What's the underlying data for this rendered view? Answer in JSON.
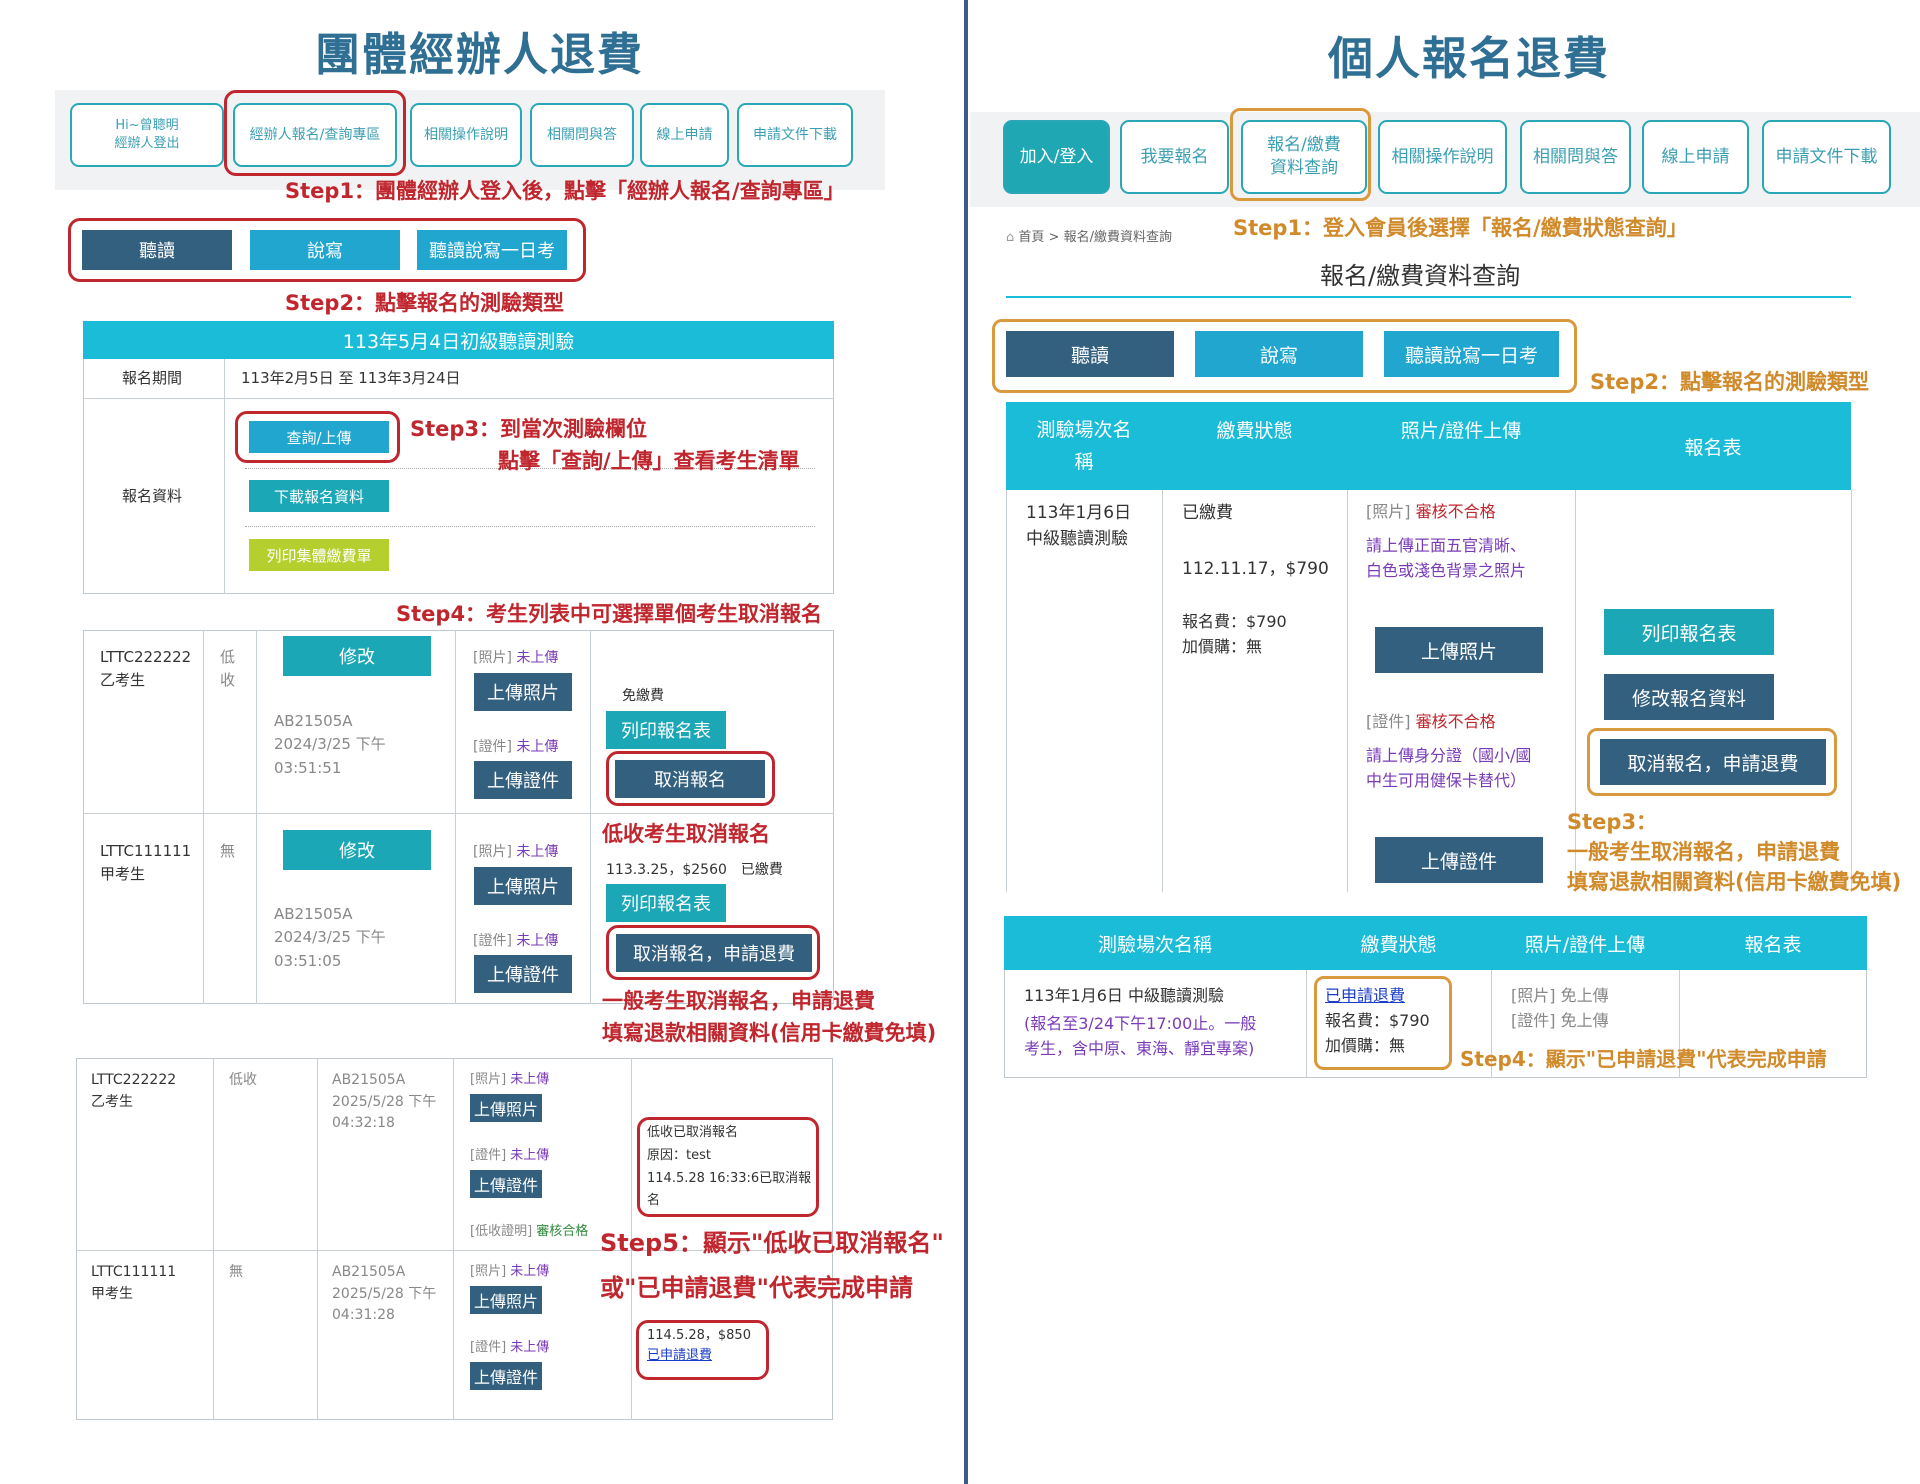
{
  "left": {
    "title": "團體經辦人退費",
    "nav": [
      "Hi~曾聰明\n經辦人登出",
      "經辦人報名/查詢專區",
      "相關操作說明",
      "相關問與答",
      "線上申請",
      "申請文件下載"
    ],
    "step1": "Step1：團體經辦人登入後，點擊「經辦人報名/查詢專區」",
    "exam_types": [
      "聽讀",
      "說寫",
      "聽讀說寫一日考"
    ],
    "step2": "Step2：點擊報名的測驗類型",
    "exam_title": "113年5月4日初級聽讀測驗",
    "period_label": "報名期間",
    "period_value": "113年2月5日 至 113年3月24日",
    "info_label": "報名資料",
    "btn_query": "查詢/上傳",
    "btn_download": "下載報名資料",
    "btn_print_group": "列印集體繳費單",
    "step3_line1": "Step3：到當次測驗欄位",
    "step3_line2": "點擊「查詢/上傳」查看考生清單",
    "step4": "Step4：考生列表中可選擇單個考生取消報名",
    "list": [
      {
        "id": "LTTC222222",
        "name": "乙考生",
        "type": "低\n收",
        "btn_edit": "修改",
        "code": "AB21505A",
        "date": "2024/3/25 下午",
        "time": "03:51:51",
        "photo_label": "[照片]",
        "photo_status": "未上傳",
        "btn_photo": "上傳照片",
        "id_label": "[證件]",
        "id_status": "未上傳",
        "btn_id": "上傳證件",
        "fee": "免繳費",
        "btn_print": "列印報名表",
        "btn_cancel": "取消報名"
      },
      {
        "id": "LTTC111111",
        "name": "甲考生",
        "type": "無",
        "btn_edit": "修改",
        "code": "AB21505A",
        "date": "2024/3/25 下午",
        "time": "03:51:05",
        "photo_label": "[照片]",
        "photo_status": "未上傳",
        "btn_photo": "上傳照片",
        "id_label": "[證件]",
        "id_status": "未上傳",
        "btn_id": "上傳證件",
        "fee": "113.3.25，$2560　已繳費",
        "btn_print": "列印報名表",
        "btn_cancel": "取消報名，申請退費"
      }
    ],
    "note_low": "低收考生取消報名",
    "note_general_1": "一般考生取消報名，申請退費",
    "note_general_2": "填寫退款相關資料(信用卡繳費免填)",
    "list2": [
      {
        "id": "LTTC222222",
        "name": "乙考生",
        "type": "低收",
        "code": "AB21505A",
        "date": "2025/5/28 下午",
        "time": "04:32:18",
        "photo_label": "[照片]",
        "photo_status": "未上傳",
        "btn_photo": "上傳照片",
        "id_label": "[證件]",
        "id_status": "未上傳",
        "btn_id": "上傳證件",
        "proof_label": "[低收證明]",
        "proof_status": "審核合格",
        "result_1": "低收已取消報名",
        "result_2": "原因：test",
        "result_3": "114.5.28 16:33:6已取消報",
        "result_4": "名"
      },
      {
        "id": "LTTC111111",
        "name": "甲考生",
        "type": "無",
        "code": "AB21505A",
        "date": "2025/5/28 下午",
        "time": "04:31:28",
        "photo_label": "[照片]",
        "photo_status": "未上傳",
        "btn_photo": "上傳照片",
        "id_label": "[證件]",
        "id_status": "未上傳",
        "btn_id": "上傳證件",
        "result_1": "114.5.28，$850",
        "result_link": "已申請退費"
      }
    ],
    "step5_line1": "Step5：顯示\"低收已取消報名\"",
    "step5_line2": "或\"已申請退費\"代表完成申請"
  },
  "right": {
    "title": "個人報名退費",
    "nav": [
      "加入/登入",
      "我要報名",
      "報名/繳費\n資料查詢",
      "相關操作說明",
      "相關問與答",
      "線上申請",
      "申請文件下載"
    ],
    "step1": "Step1：登入會員後選擇「報名/繳費狀態查詢」",
    "breadcrumb": "首頁 > 報名/繳費資料查詢",
    "page_title": "報名/繳費資料查詢",
    "exam_types": [
      "聽讀",
      "說寫",
      "聽讀說寫一日考"
    ],
    "step2": "Step2：點擊報名的測驗類型",
    "headers": [
      "測驗場次名\n稱",
      "繳費狀態",
      "照片/證件上傳",
      "報名表"
    ],
    "row": {
      "exam_1": "113年1月6日",
      "exam_2": "中級聽讀測驗",
      "paid": "已繳費",
      "paid_detail": "112.11.17，$790",
      "fee": "報名費：$790",
      "extra": "加價購：無",
      "photo_label": "[照片]",
      "photo_status": "審核不合格",
      "photo_note_1": "請上傳正面五官清晰、",
      "photo_note_2": "白色或淺色背景之照片",
      "btn_photo": "上傳照片",
      "id_label": "[證件]",
      "id_status": "審核不合格",
      "id_note_1": "請上傳身分證（國小/國",
      "id_note_2": "中生可用健保卡替代）",
      "btn_id": "上傳證件",
      "btn_print": "列印報名表",
      "btn_edit": "修改報名資料",
      "btn_cancel": "取消報名，申請退費"
    },
    "step3_line1": "Step3：",
    "step3_line2": "一般考生取消報名，申請退費",
    "step3_line3": "填寫退款相關資料(信用卡繳費免填)",
    "headers2": [
      "測驗場次名稱",
      "繳費狀態",
      "照片/證件上傳",
      "報名表"
    ],
    "row2": {
      "exam": "113年1月6日 中級聽讀測驗",
      "note_1": "(報名至3/24下午17:00止。一般",
      "note_2": "考生，含中原、東海、靜宜專案)",
      "status_link": "已申請退費",
      "fee": "報名費：$790",
      "extra": "加價購：無",
      "photo": "[照片] 免上傳",
      "id": "[證件] 免上傳"
    },
    "step4": "Step4：顯示\"已申請退費\"代表完成申請"
  }
}
